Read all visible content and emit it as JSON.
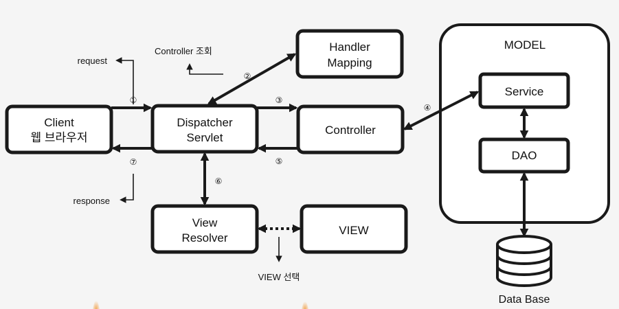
{
  "colors": {
    "stroke": "#1a1a1a",
    "box_fill": "#ffffff",
    "background": "#f5f5f5",
    "accent_glow": "#f2a24a"
  },
  "model": {
    "title": "MODEL"
  },
  "nodes": {
    "client": {
      "line1": "Client",
      "line2": "웹 브라우저"
    },
    "dispatcher": {
      "line1": "Dispatcher",
      "line2": "Servlet"
    },
    "handler_mapping": {
      "line1": "Handler",
      "line2": "Mapping"
    },
    "controller": {
      "label": "Controller"
    },
    "service": {
      "label": "Service"
    },
    "dao": {
      "label": "DAO"
    },
    "view_resolver": {
      "line1": "View",
      "line2": "Resolver"
    },
    "view": {
      "label": "VIEW"
    },
    "database": {
      "label": "Data Base"
    }
  },
  "annotations": {
    "request": "request",
    "response": "response",
    "controller_lookup": "Controller 조회",
    "view_select": "VIEW 선택"
  },
  "steps": [
    "①",
    "②",
    "③",
    "④",
    "⑤",
    "⑥",
    "⑦"
  ]
}
